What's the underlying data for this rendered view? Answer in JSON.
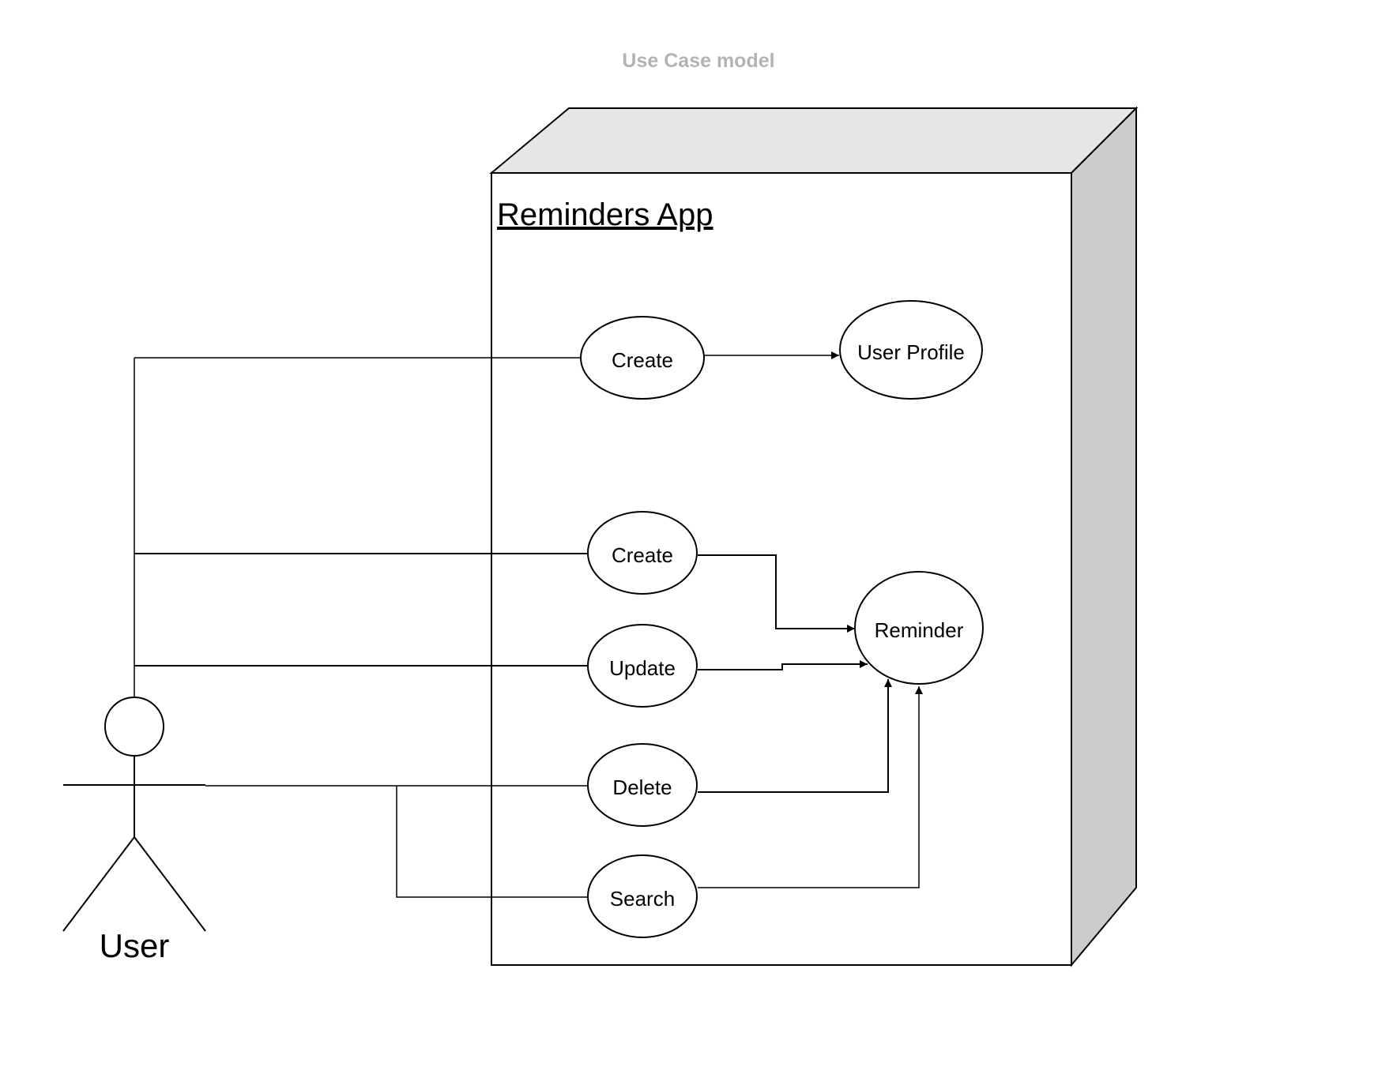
{
  "diagram": {
    "title": "Use Case model",
    "system": {
      "name": "Reminders App"
    },
    "actor": {
      "name": "User"
    },
    "use_cases": {
      "create_profile": "Create",
      "user_profile": "User Profile",
      "create_reminder": "Create",
      "update_reminder": "Update",
      "delete_reminder": "Delete",
      "search_reminder": "Search",
      "reminder": "Reminder"
    },
    "colors": {
      "title_gray": "#b3b3b3",
      "box_top": "#e6e6e6",
      "box_side": "#cccccc",
      "stroke": "#000000"
    }
  }
}
